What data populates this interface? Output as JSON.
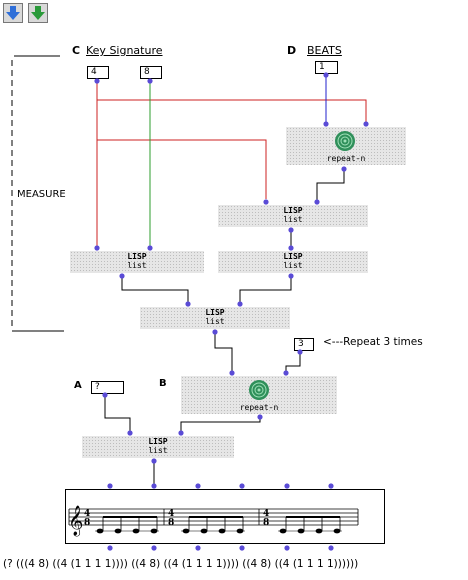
{
  "toolbar": {
    "down_blue_icon": "arrow-down-blue-icon",
    "down_green_icon": "arrow-down-green-icon"
  },
  "labels": {
    "c": "C",
    "key_signature": "Key Signature",
    "d": "D",
    "beats": "BEATS",
    "measure": "MEASURE",
    "a": "A",
    "b": "B",
    "repeat_note": "<---Repeat 3 times"
  },
  "inputs": {
    "numerator": "4",
    "denominator": "8",
    "beats": "1",
    "repeat_count": "3",
    "tempo_q": "?"
  },
  "boxes": {
    "lisp_title": "LISP",
    "list_label": "list",
    "repeat_label": "repeat-n"
  },
  "time_signatures": [
    {
      "num": "4",
      "den": "8"
    },
    {
      "num": "4",
      "den": "8"
    },
    {
      "num": "4",
      "den": "8"
    }
  ],
  "output": "(? (((4 8) ((4 (1 1 1 1)))) ((4 8) ((4 (1 1 1 1)))) ((4 8) ((4 (1 1 1 1))))))",
  "colors": {
    "red_wire": "#cc2222",
    "green_wire": "#2e9e2e",
    "port": "#5a4bd6",
    "repeat_icon": "#2f8f5a"
  }
}
